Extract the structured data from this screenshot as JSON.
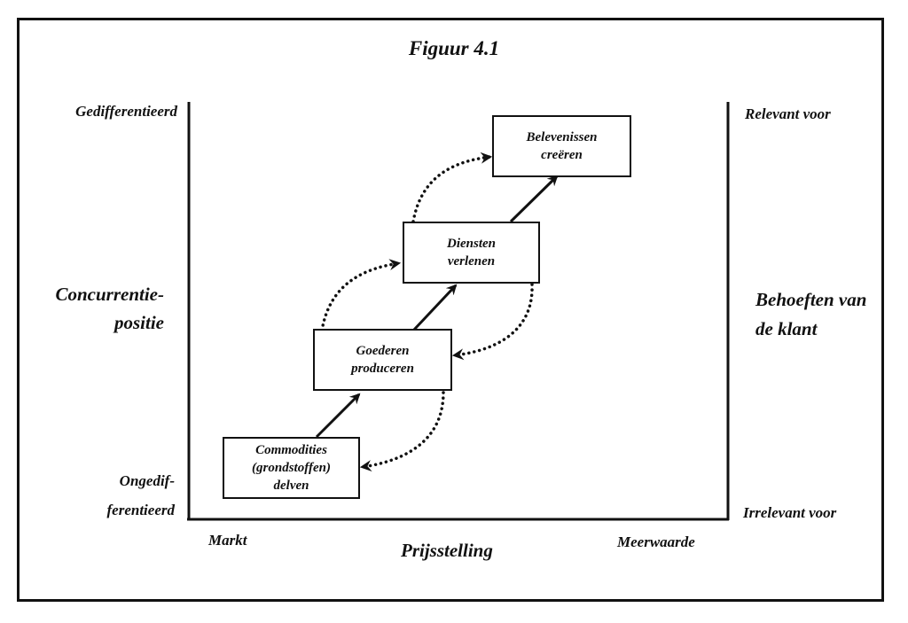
{
  "figure": {
    "title": "Figuur 4.1",
    "left_axis": {
      "top_label": "Gedifferentieerd",
      "middle_label_line1": "Concurrentie-",
      "middle_label_line2": "positie",
      "bottom_label_line1": "Ongedif-",
      "bottom_label_line2": "ferentieerd"
    },
    "right_axis": {
      "top_label": "Relevant voor",
      "middle_label_line1": "Behoeften van",
      "middle_label_line2": "de klant",
      "bottom_label": "Irrelevant voor"
    },
    "bottom_axis": {
      "left_label": "Markt",
      "middle_label": "Prijsstelling",
      "right_label": "Meerwaarde"
    },
    "stages": [
      {
        "line1": "Commodities",
        "line2": "(grondstoffen)",
        "line3": "delven"
      },
      {
        "line1": "Goederen",
        "line2": "produceren"
      },
      {
        "line1": "Diensten",
        "line2": "verlenen"
      },
      {
        "line1": "Belevenissen",
        "line2": "creëren"
      }
    ],
    "connections": [
      {
        "from": "Commodities (grondstoffen) delven",
        "to": "Goederen produceren",
        "style": "solid"
      },
      {
        "from": "Goederen produceren",
        "to": "Diensten verlenen",
        "style": "solid"
      },
      {
        "from": "Diensten verlenen",
        "to": "Belevenissen creëren",
        "style": "solid"
      },
      {
        "from": "Commodities (grondstoffen) delven",
        "to": "Diensten verlenen",
        "style": "dotted"
      },
      {
        "from": "Diensten verlenen",
        "to": "Belevenissen creëren",
        "style": "dotted"
      },
      {
        "from": "Diensten verlenen",
        "to": "Goederen produceren",
        "style": "dotted"
      },
      {
        "from": "Goederen produceren",
        "to": "Commodities (grondstoffen) delven",
        "style": "dotted"
      }
    ]
  }
}
